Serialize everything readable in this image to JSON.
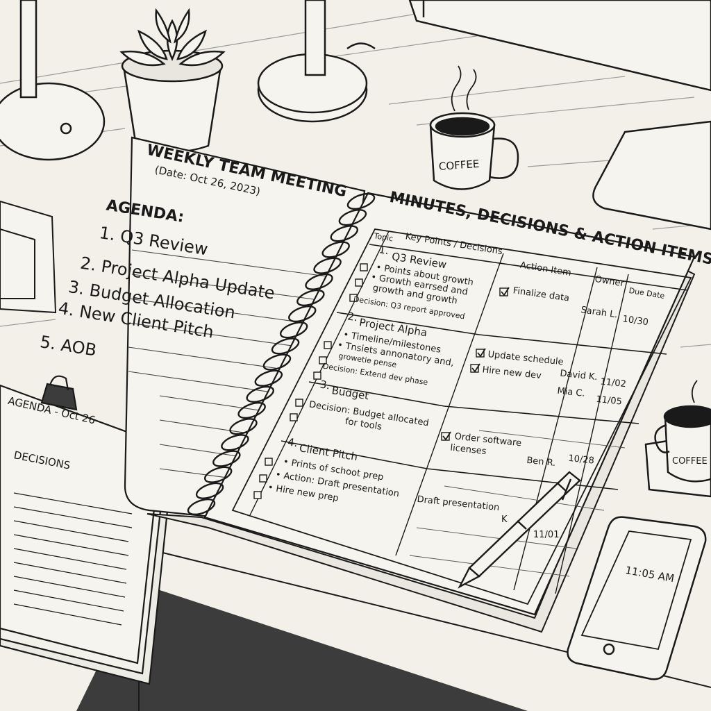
{
  "left_page": {
    "title": "WEEKLY TEAM MEETING",
    "date": "(Date: Oct 26, 2023)",
    "agenda_label": "AGENDA:",
    "agenda_items": [
      "1. Q3 Review",
      "2. Project Alpha Update",
      "3. Budget Allocation",
      "4. New Client Pitch",
      "5. AOB"
    ]
  },
  "right_page": {
    "title": "MINUTES, DECISIONS & ACTION ITEMS",
    "headers": {
      "topic": "Topic",
      "key_points": "Key Points / Decisions",
      "action_item": "Action Item",
      "owner": "Owner",
      "due": "Due Date"
    },
    "sections": [
      {
        "num": "1.",
        "title": "Q3 Review",
        "bullets": [
          "• Points about growth",
          "• Growth earrsed and",
          "growth and growth"
        ],
        "decision": "Decision: Q3 report approved",
        "actions": [
          {
            "text": "Finalize data",
            "owner": "Sarah L.",
            "due": "10/30"
          }
        ]
      },
      {
        "num": "2.",
        "title": "Project Alpha",
        "bullets": [
          "• Timeline/milestones",
          "• Tnsiets annonatory and,",
          "growetie pense"
        ],
        "decision": "Decision: Extend dev phase",
        "actions": [
          {
            "text": "Update schedule",
            "owner": "David K.",
            "due": "11/02"
          },
          {
            "text": "Hire new dev",
            "owner": "Mia C.",
            "due": "11/05"
          }
        ]
      },
      {
        "num": "3.",
        "title": "Budget",
        "bullets": [],
        "decision": "Decision: Budget allocated",
        "decision2": "for tools",
        "actions": [
          {
            "text": "Order software",
            "text2": "licenses",
            "owner": "Ben R.",
            "due": "10/28"
          }
        ]
      },
      {
        "num": "4.",
        "title": "Client Pitch",
        "bullets": [
          "• Prints of schoot prep",
          "• Action: Draft presentation",
          "• Hire new prep"
        ],
        "decision": "",
        "actions": [
          {
            "text": "Draft presentation",
            "owner": "K",
            "due": "11/01"
          }
        ]
      }
    ]
  },
  "clipboard": {
    "title": "AGENDA - Oct 26",
    "subtitle": "DECISIONS"
  },
  "mug_main": {
    "label": "COFFEE"
  },
  "mug_side": {
    "label": "COFFEE"
  },
  "phone": {
    "time": "11:05 AM"
  },
  "colors": {
    "ink": "#1a1a1a",
    "paper": "#f6f4ee",
    "desk": "#efece3",
    "dark": "#3c3c3c"
  }
}
